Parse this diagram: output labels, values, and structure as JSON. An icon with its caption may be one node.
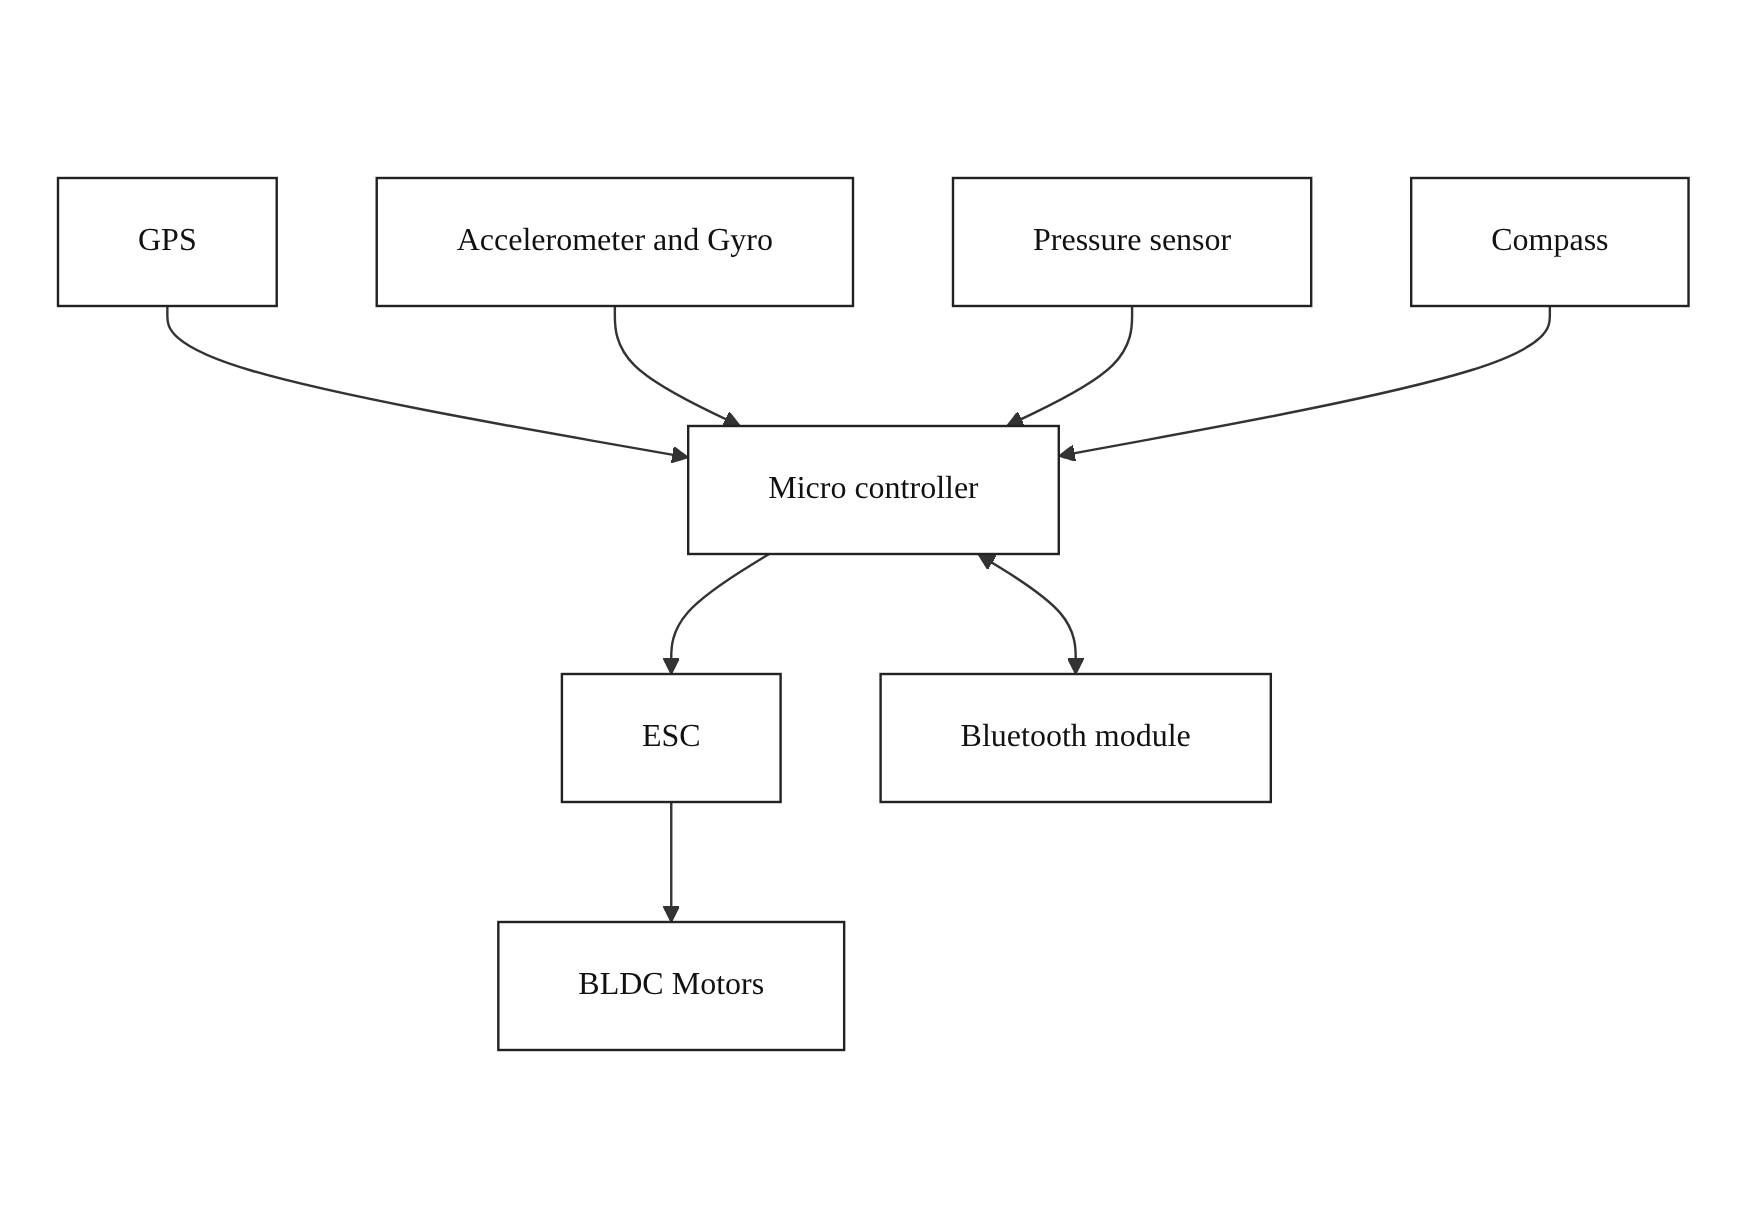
{
  "diagram": {
    "nodes": [
      {
        "text": [
          "GPS"
        ]
      },
      {
        "text": [
          "Accelerometer and Gyro"
        ]
      },
      {
        "text": [
          "BLDC Motors"
        ]
      },
      {
        "text": [
          "ESC"
        ]
      },
      {
        "text": [
          "Micro controller"
        ]
      },
      {
        "text": [
          "Bluetooth module"
        ]
      },
      {
        "text": [
          "Pressure sensor"
        ]
      },
      {
        "text": [
          "Compass"
        ]
      }
    ],
    "edges": [
      {
        "from": 0,
        "to": 4,
        "arrow": "to"
      },
      {
        "from": 1,
        "to": 4,
        "arrow": "to"
      },
      {
        "from": 4,
        "to": 3,
        "arrow": "to"
      },
      {
        "from": 3,
        "to": 2,
        "arrow": "to"
      },
      {
        "from": 4,
        "to": 5,
        "arrow": "both"
      },
      {
        "from": 6,
        "to": 4,
        "arrow": "to"
      },
      {
        "from": 7,
        "to": 4,
        "arrow": "to"
      }
    ]
  }
}
